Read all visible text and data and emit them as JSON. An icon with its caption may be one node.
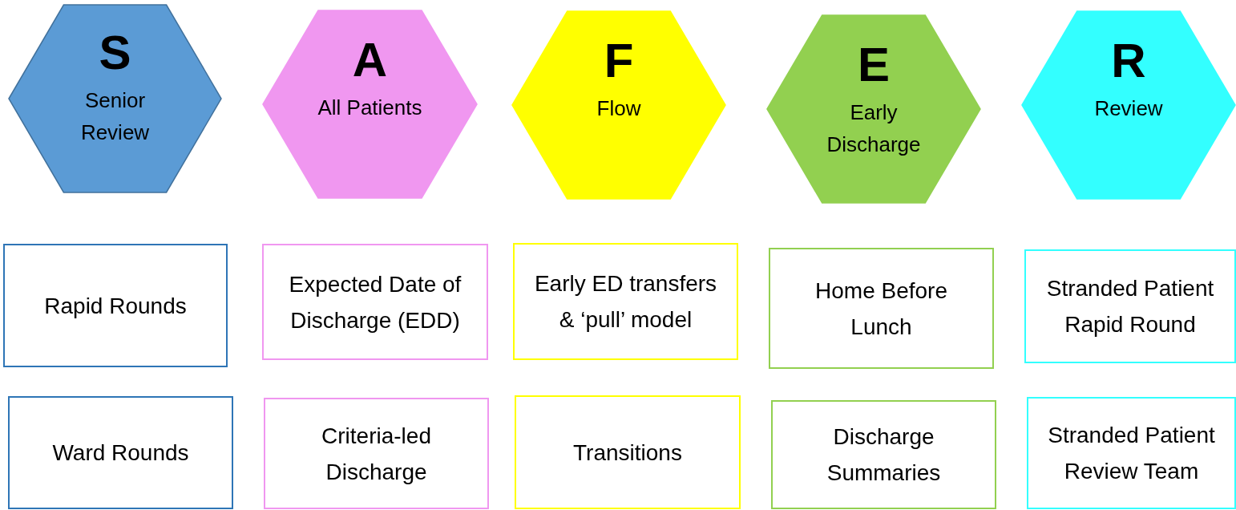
{
  "diagram": {
    "nodes": [
      {
        "text": [
          "S",
          "Senior Review"
        ]
      },
      {
        "text": [
          "A",
          "All Patients"
        ]
      },
      {
        "text": [
          "F",
          "Flow"
        ]
      },
      {
        "text": [
          "E",
          "Early Discharge"
        ]
      },
      {
        "text": [
          "R",
          "Review"
        ]
      },
      {
        "text": [
          "Rapid Rounds"
        ]
      },
      {
        "text": [
          "Expected Date of Discharge (EDD)"
        ]
      },
      {
        "text": [
          "Early ED transfers & ‘pull’ model"
        ]
      },
      {
        "text": [
          "Home Before Lunch"
        ]
      },
      {
        "text": [
          "Stranded Patient Rapid Round"
        ]
      },
      {
        "text": [
          "Ward Rounds"
        ]
      },
      {
        "text": [
          "Criteria-led Discharge"
        ]
      },
      {
        "text": [
          "Transitions"
        ]
      },
      {
        "text": [
          "Discharge Summaries"
        ]
      },
      {
        "text": [
          "Stranded Patient Review Team"
        ]
      }
    ],
    "edges": []
  }
}
